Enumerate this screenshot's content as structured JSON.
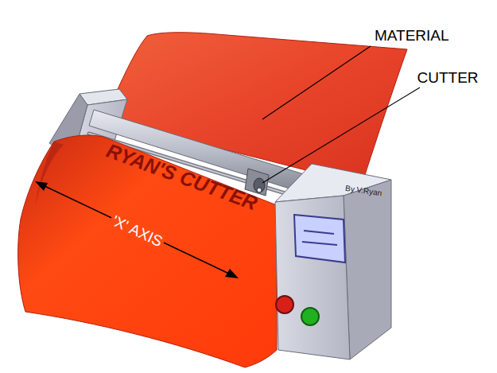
{
  "diagram": {
    "labels": [
      "MATERIAL",
      "CUTTER",
      "'X' AXIS",
      "RYAN'S CUTTER",
      "By V.Ryan"
    ]
  }
}
